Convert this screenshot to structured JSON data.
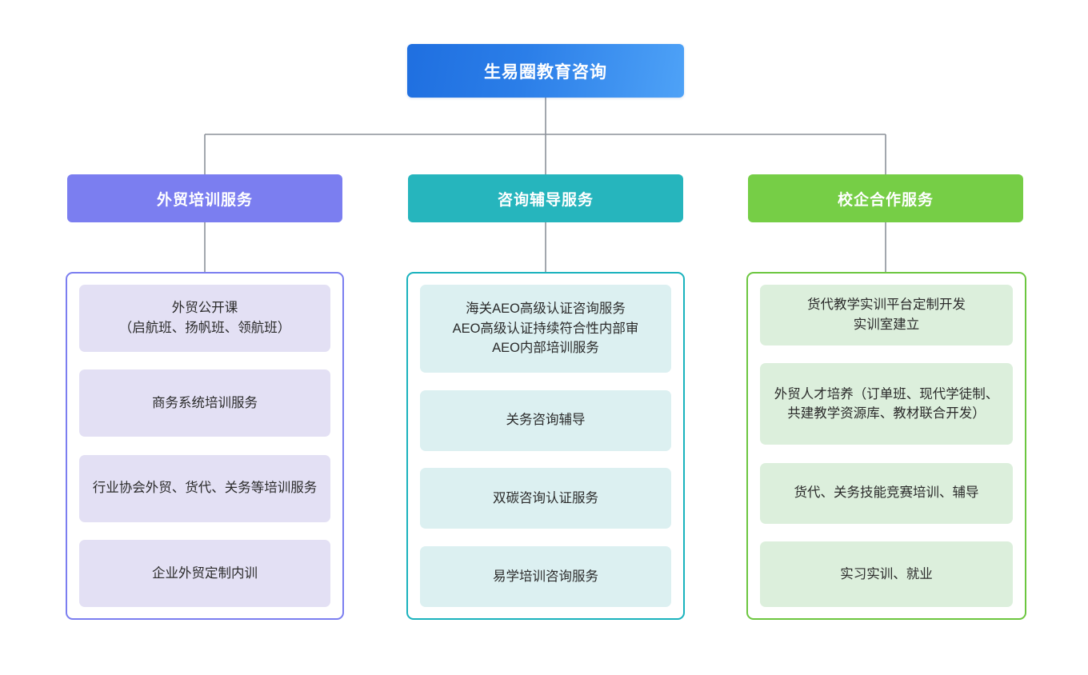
{
  "diagram": {
    "title": "生易圈教育咨询",
    "type": "org-chart",
    "line_color": "#8b9199"
  },
  "root": {
    "label": "生易圈教育咨询",
    "color": "#2b7ee8"
  },
  "branches": [
    {
      "id": "training",
      "header": "外贸培训服务",
      "accent": "#7b7ef0",
      "item_fill": "#e3e0f4",
      "items": [
        {
          "text": "外贸公开课\n（启航班、扬帆班、领航班）"
        },
        {
          "text": "商务系统培训服务"
        },
        {
          "text": "行业协会外贸、货代、关务等培训服务"
        },
        {
          "text": "企业外贸定制内训"
        }
      ]
    },
    {
      "id": "consulting",
      "header": "咨询辅导服务",
      "accent": "#26b5bd",
      "item_fill": "#dcf0f1",
      "items": [
        {
          "text": "海关AEO高级认证咨询服务\nAEO高级认证持续符合性内部审\nAEO内部培训服务"
        },
        {
          "text": "关务咨询辅导"
        },
        {
          "text": "双碳咨询认证服务"
        },
        {
          "text": "易学培训咨询服务"
        }
      ]
    },
    {
      "id": "school-enterprise",
      "header": "校企合作服务",
      "accent": "#76ce46",
      "item_fill": "#dcefdc",
      "items": [
        {
          "text": "货代教学实训平台定制开发\n实训室建立"
        },
        {
          "text": "外贸人才培养（订单班、现代学徒制、共建教学资源库、教材联合开发）"
        },
        {
          "text": "货代、关务技能竞赛培训、辅导"
        },
        {
          "text": "实习实训、就业"
        }
      ]
    }
  ]
}
